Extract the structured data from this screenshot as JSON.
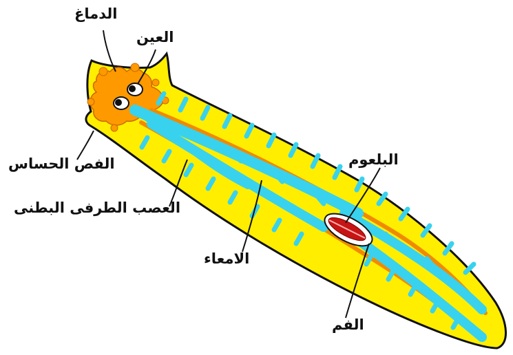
{
  "labels": {
    "brain": "الدماغ",
    "eye": "العين",
    "sensory_lobe": "الفص الحساس",
    "ventral_nerve": "العصب الطرفى البطنى",
    "intestine": "الامعاء",
    "pharynx": "البلعوم",
    "mouth": "الفم"
  },
  "colors": {
    "body": "#ffee00",
    "brain": "#ff9900",
    "nerve": "#f08a00",
    "intestine": "#38d2ee",
    "pharynx": "#c81414",
    "outline": "#111111"
  }
}
